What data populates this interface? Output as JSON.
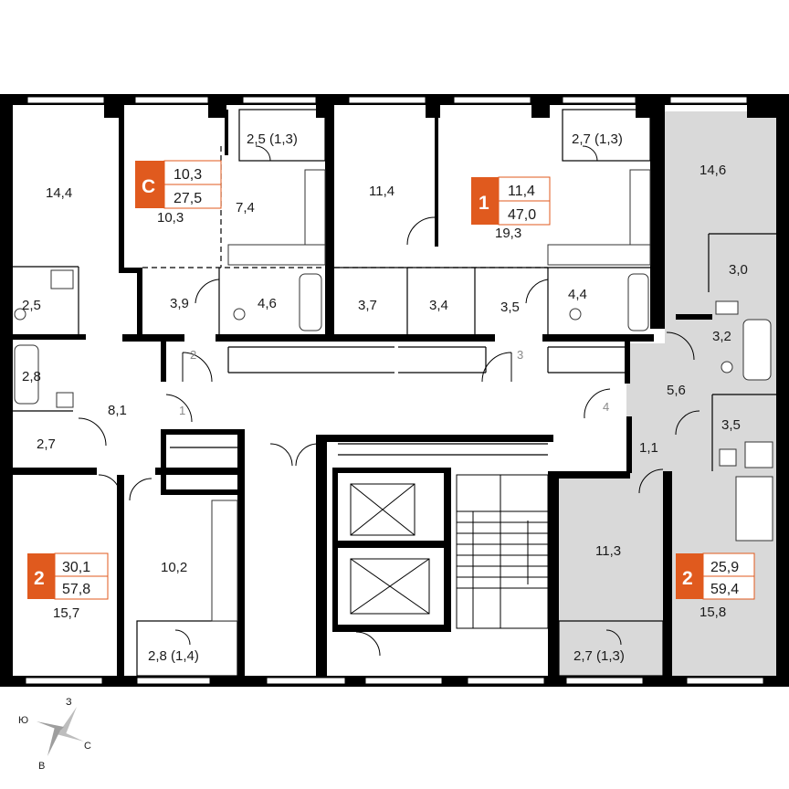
{
  "colors": {
    "highlight": "#d9d9d9",
    "accent": "#e05a1e",
    "wall": "#000000"
  },
  "apartments": [
    {
      "id": "studio",
      "type_label": "С",
      "living_area": "10,3",
      "total_area": "27,5"
    },
    {
      "id": "one-room",
      "type_label": "1",
      "living_area": "11,4",
      "total_area": "47,0"
    },
    {
      "id": "two-room-west",
      "type_label": "2",
      "living_area": "30,1",
      "total_area": "57,8"
    },
    {
      "id": "two-room-east",
      "type_label": "2",
      "living_area": "25,9",
      "total_area": "59,4"
    }
  ],
  "rooms": {
    "r_14_4": "14,4",
    "r_2_5_balcony": "2,5 (1,3)",
    "r_10_3": "10,3",
    "r_7_4": "7,4",
    "r_11_4": "11,4",
    "r_19_3": "19,3",
    "r_2_7_balcony_top": "2,7 (1,3)",
    "r_14_6": "14,6",
    "r_3_0": "3,0",
    "r_2_5": "2,5",
    "r_3_9": "3,9",
    "r_4_6": "4,6",
    "r_3_7": "3,7",
    "r_3_4": "3,4",
    "r_3_5_mid": "3,5",
    "r_4_4": "4,4",
    "r_3_2": "3,2",
    "r_2_8": "2,8",
    "r_8_1": "8,1",
    "r_2_7": "2,7",
    "r_5_6": "5,6",
    "r_3_5_east": "3,5",
    "r_1_1": "1,1",
    "r_11_3": "11,3",
    "r_10_2": "10,2",
    "r_15_7": "15,7",
    "r_15_8": "15,8",
    "r_2_8_balcony": "2,8 (1,4)",
    "r_2_7_balcony_bottom": "2,7 (1,3)"
  },
  "doors": [
    "1",
    "2",
    "3",
    "4"
  ],
  "compass": {
    "north": "З",
    "east": "С",
    "south": "В",
    "west": "Ю"
  }
}
